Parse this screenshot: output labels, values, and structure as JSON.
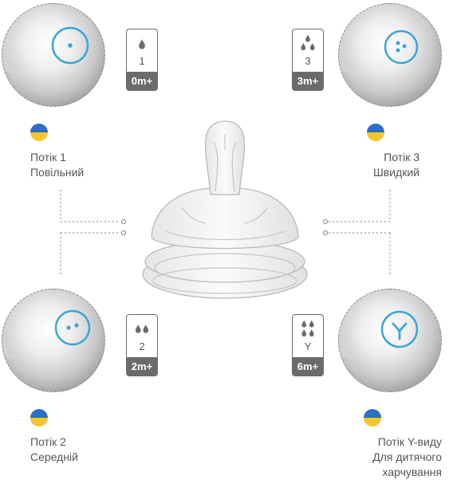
{
  "flows": [
    {
      "id": "flow-1",
      "number": "1",
      "age": "0m+",
      "caption": [
        "Потік 1",
        "Повільний"
      ]
    },
    {
      "id": "flow-3",
      "number": "3",
      "age": "3m+",
      "caption": [
        "Потік 3",
        "Швидкий"
      ]
    },
    {
      "id": "flow-2",
      "number": "2",
      "age": "2m+",
      "caption": [
        "Потік 2",
        "Середній"
      ]
    },
    {
      "id": "flow-y",
      "number": "Y",
      "age": "6m+",
      "caption": [
        "Потік Y-виду",
        "Для дитячого",
        "харчування"
      ]
    }
  ],
  "colors": {
    "accent": "#3aa6d6",
    "badge": "#6b6b6b",
    "flag_blue": "#2a6fc2",
    "flag_yellow": "#f5c827"
  },
  "icons": [
    "drop-icon",
    "ukraine-flag-icon"
  ]
}
